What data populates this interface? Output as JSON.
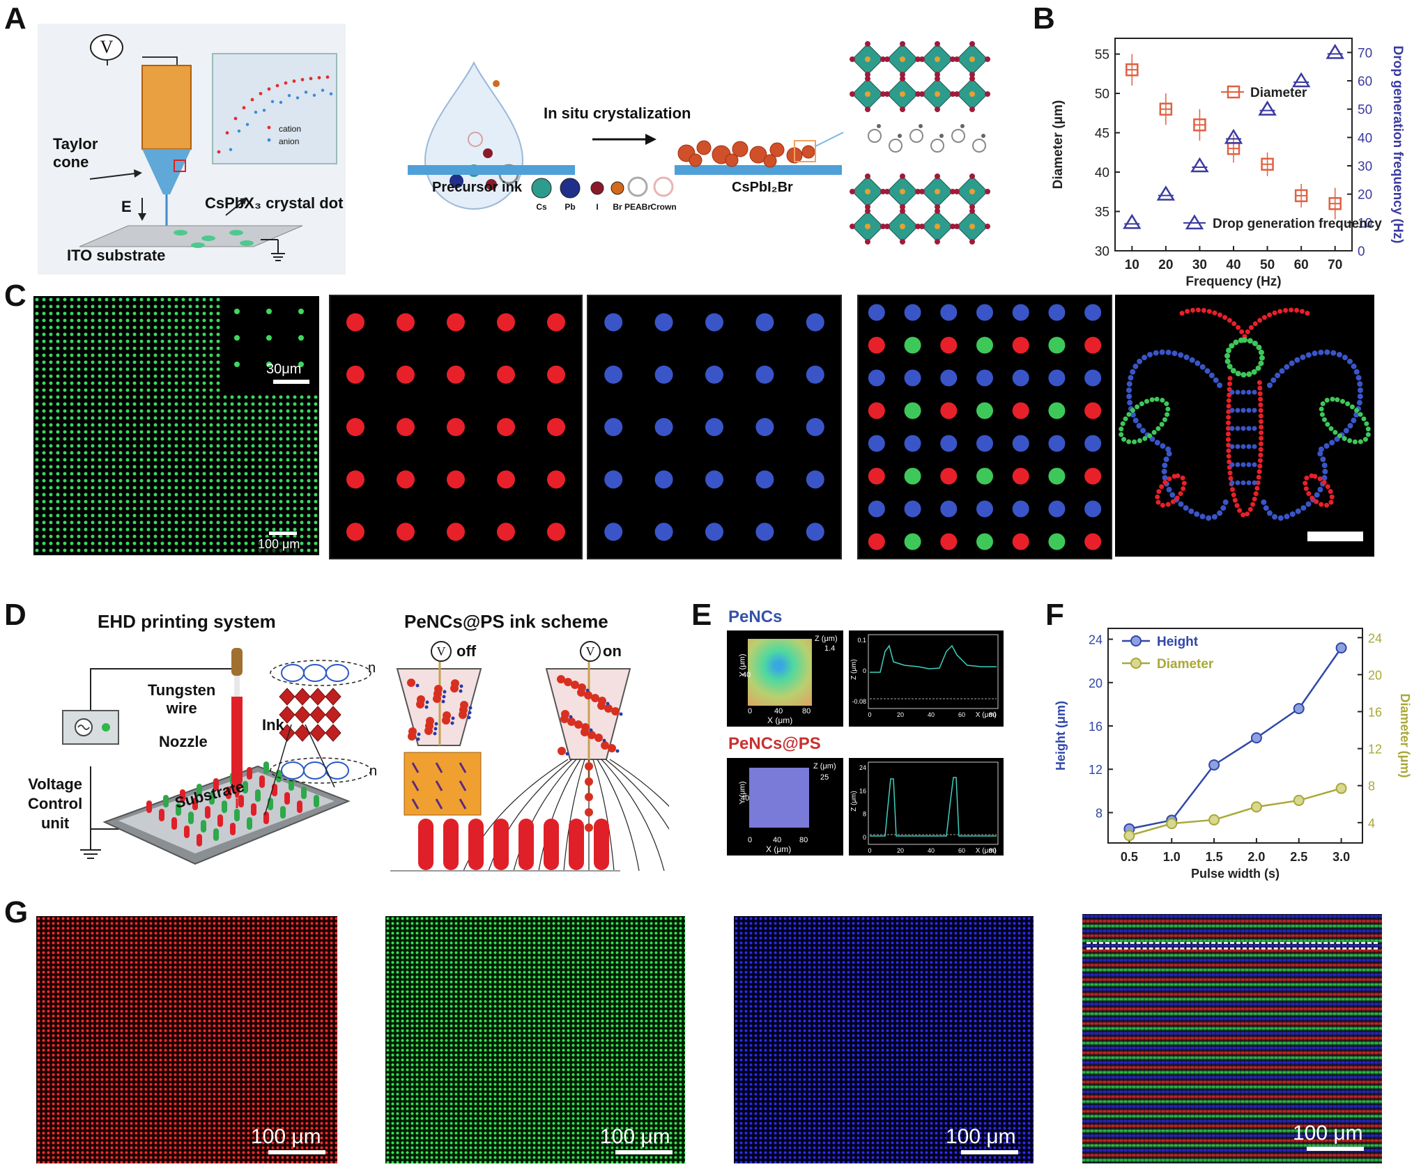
{
  "panels": {
    "a": {
      "letter": "A"
    },
    "b": {
      "letter": "B"
    },
    "c": {
      "letter": "C"
    },
    "d": {
      "letter": "D"
    },
    "e": {
      "letter": "E"
    },
    "f": {
      "letter": "F"
    },
    "g": {
      "letter": "G"
    }
  },
  "panel_a": {
    "voltage_symbol": "V",
    "taylor_cone": "Taylor\ncone",
    "field_label": "E",
    "crystal_dot": "CsPbX₃ crystal dot",
    "ito": "ITO substrate",
    "inset_cation": "cation",
    "inset_anion": "anion",
    "in_situ": "In situ crystalization",
    "precursor": "Precursor ink",
    "product": "CsPbI₂Br",
    "legend": [
      "Cs",
      "Pb",
      "I",
      "Br",
      "PEABr",
      "Crown"
    ],
    "legend_colors": [
      "#2e9c8c",
      "#1f2f8a",
      "#8a1a2a",
      "#d2691e",
      "#aaaaaa",
      "#e8b4b4"
    ]
  },
  "panel_c": {
    "scale_inset": "30μm",
    "scale_main": "100 μm"
  },
  "panel_d": {
    "title_left": "EHD printing system",
    "title_right": "PeNCs@PS ink scheme",
    "tungsten": "Tungsten\nwire",
    "nozzle": "Nozzle",
    "substrate": "Substrate",
    "ink": "Ink",
    "voltage_unit": "Voltage\nControl\nunit",
    "polymer_n": "n",
    "off": "off",
    "on": "on"
  },
  "panel_e": {
    "label_top": "PeNCs",
    "label_bottom": "PeNCs@PS",
    "axis_x": "X (μm)",
    "axis_y": "Y (μm)",
    "axis_z": "Z (μm)",
    "ticks_xy": [
      "0",
      "40",
      "80"
    ],
    "tick_y40": "40",
    "z_top": "1.4",
    "z_bottom": "25",
    "prof_top_ticks": [
      "0.1",
      "0",
      "-0.08"
    ],
    "prof_bottom_ticks": [
      "24",
      "16",
      "8",
      "0"
    ],
    "prof_x_ticks": [
      "0",
      "20",
      "40",
      "60",
      "80"
    ]
  },
  "panel_g": {
    "scale": "100 μm"
  },
  "colors": {
    "red_dot": "#e8202a",
    "blue_dot": "#3a55c8",
    "green_dot": "#3ec85a",
    "chart_b_left": "#e06040",
    "chart_b_right": "#3a3aa0",
    "chart_f_height": "#2f47a8",
    "chart_f_diameter": "#a8a838"
  },
  "chart_data": [
    {
      "id": "B",
      "type": "scatter",
      "xlabel": "Frequency (Hz)",
      "ylabel": "Diameter (μm)",
      "y2label": "Drop generation frequency (Hz)",
      "x": [
        10,
        20,
        30,
        40,
        50,
        60,
        70
      ],
      "x_ticks": [
        "10",
        "20",
        "30",
        "40",
        "50",
        "60",
        "70"
      ],
      "y_ticks": [
        "30",
        "35",
        "40",
        "45",
        "50",
        "55"
      ],
      "y2_ticks": [
        "0",
        "10",
        "20",
        "30",
        "40",
        "50",
        "60",
        "70"
      ],
      "ylim": [
        30,
        57
      ],
      "y2lim": [
        0,
        75
      ],
      "series": [
        {
          "name": "Diameter",
          "axis": "left",
          "marker": "square",
          "values": [
            53,
            48,
            46,
            43,
            41,
            37,
            36
          ],
          "errors": [
            2.0,
            2.0,
            2.0,
            1.8,
            1.5,
            1.5,
            2.0
          ]
        },
        {
          "name": "Drop generation frequency",
          "axis": "right",
          "marker": "triangle",
          "values": [
            10,
            20,
            30,
            40,
            50,
            60,
            70
          ]
        }
      ],
      "legend": "inside"
    },
    {
      "id": "F",
      "type": "line",
      "xlabel": "Pulse width (s)",
      "ylabel": "Height (μm)",
      "y2label": "Diameter (μm)",
      "x": [
        0.5,
        1.0,
        1.5,
        2.0,
        2.5,
        3.0
      ],
      "x_ticks": [
        "0.5",
        "1.0",
        "1.5",
        "2.0",
        "2.5",
        "3.0"
      ],
      "y_ticks": [
        "8",
        "12",
        "16",
        "20",
        "24"
      ],
      "y2_ticks": [
        "4",
        "8",
        "12",
        "16",
        "20",
        "24"
      ],
      "ylim": [
        5.2,
        25
      ],
      "y2lim": [
        1.8,
        25
      ],
      "series": [
        {
          "name": "Height",
          "axis": "left",
          "values": [
            6.5,
            7.3,
            12.4,
            14.9,
            17.6,
            23.2
          ]
        },
        {
          "name": "Diameter",
          "axis": "right",
          "values": [
            2.6,
            3.9,
            4.3,
            5.7,
            6.4,
            7.7
          ]
        }
      ],
      "legend": "top-left"
    }
  ]
}
